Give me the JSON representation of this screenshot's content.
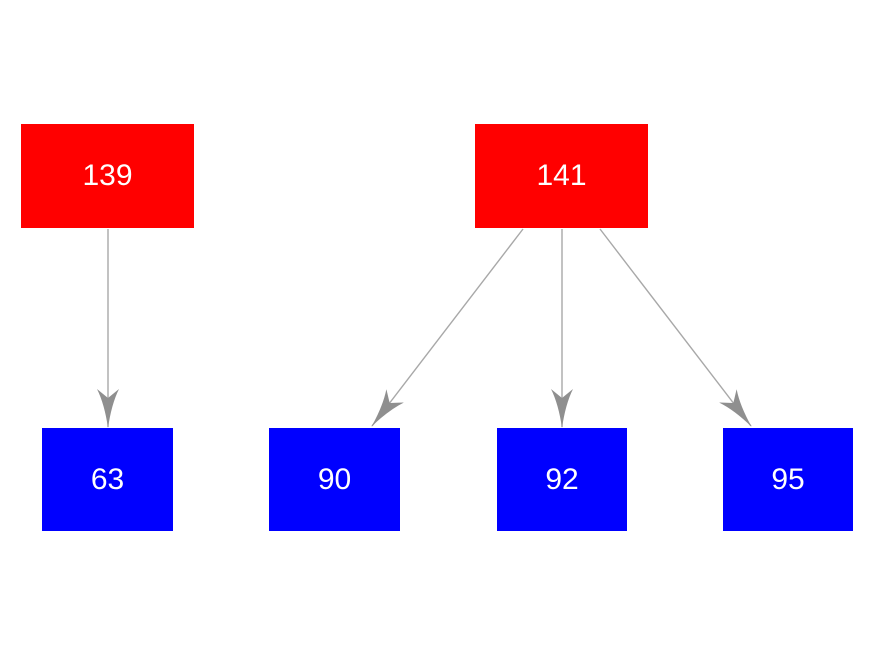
{
  "diagram": {
    "background_color": "#ffffff",
    "edge_color": "#a8a8a8",
    "arrowhead_color": "#8f8f8f",
    "node_text_color": "#ffffff",
    "parent_node_color": "#ff0000",
    "child_node_color": "#0000ff",
    "nodes": [
      {
        "id": "139",
        "label": "139",
        "role": "parent",
        "color": "#ff0000"
      },
      {
        "id": "141",
        "label": "141",
        "role": "parent",
        "color": "#ff0000"
      },
      {
        "id": "63",
        "label": "63",
        "role": "child",
        "color": "#0000ff"
      },
      {
        "id": "90",
        "label": "90",
        "role": "child",
        "color": "#0000ff"
      },
      {
        "id": "92",
        "label": "92",
        "role": "child",
        "color": "#0000ff"
      },
      {
        "id": "95",
        "label": "95",
        "role": "child",
        "color": "#0000ff"
      }
    ],
    "edges": [
      {
        "from": "139",
        "to": "63"
      },
      {
        "from": "141",
        "to": "90"
      },
      {
        "from": "141",
        "to": "92"
      },
      {
        "from": "141",
        "to": "95"
      }
    ]
  }
}
